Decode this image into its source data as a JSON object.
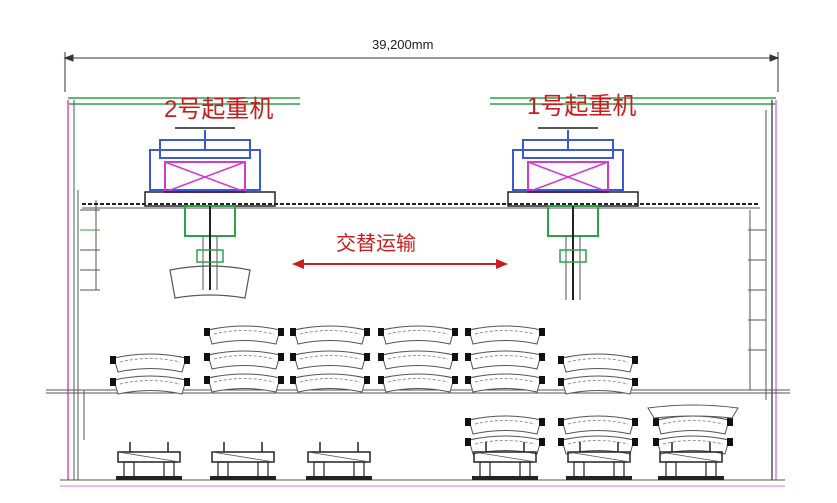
{
  "drawing": {
    "dimension_label": "39,200mm",
    "crane_left_label": "2号起重机",
    "crane_right_label": "1号起重机",
    "motion_label": "交替运输"
  },
  "colors": {
    "annotation": "#c81e1e",
    "structure": "#555555",
    "girder_blue": "#3a5bd0",
    "trolley_magenta": "#d33ad3",
    "hook_green": "#2aa24a",
    "column_pink": "#e07ad6",
    "segment_dark": "#111111"
  },
  "icons": {
    "motion_arrow": "double-headed-arrow-icon"
  }
}
